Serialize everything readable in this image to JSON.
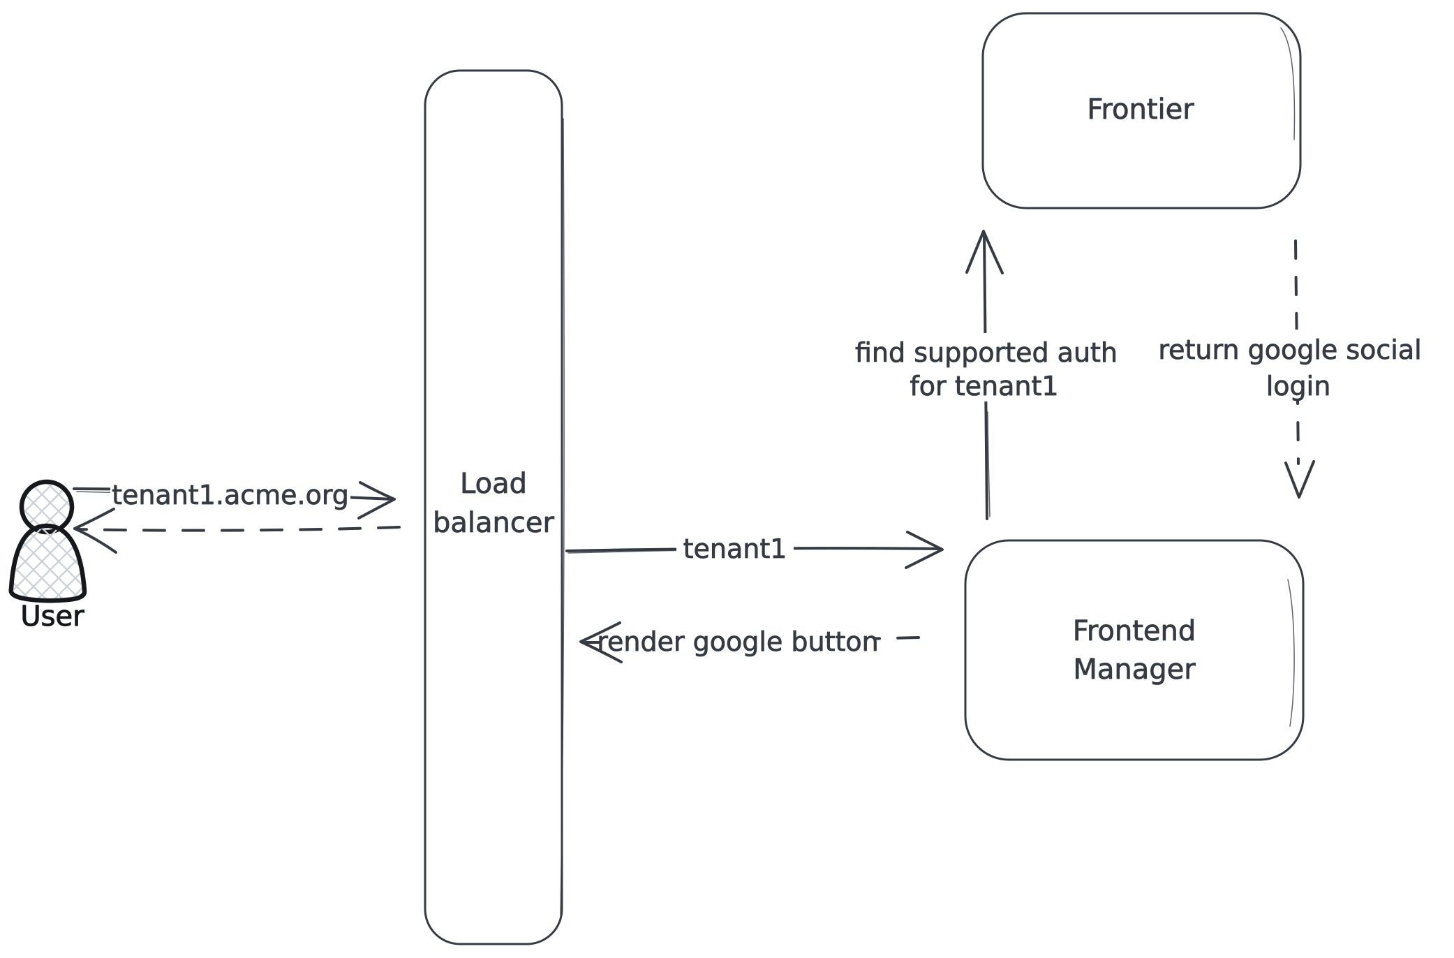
{
  "diagram": {
    "background_color": "#ffffff",
    "stroke_color": "#363b43",
    "actor_stroke_color": "#16181b",
    "hatch_fill_color": "#ccd2d9",
    "nodes": {
      "user": {
        "label": "User",
        "icon": "person-icon",
        "fill": "crosshatch"
      },
      "load_balancer": {
        "label_line1": "Load",
        "label_line2": "balancer"
      },
      "frontier": {
        "label": "Frontier"
      },
      "frontend_manager": {
        "label_line1": "Frontend",
        "label_line2": "Manager"
      }
    },
    "edges": {
      "user_to_load_balancer": {
        "label": "tenant1.acme.org",
        "line_style": "solid",
        "arrow_direction": "right"
      },
      "load_balancer_to_user": {
        "label": "",
        "line_style": "dashed",
        "arrow_direction": "left"
      },
      "load_balancer_to_frontend_manager": {
        "label": "tenant1",
        "line_style": "solid",
        "arrow_direction": "right"
      },
      "frontend_manager_to_load_balancer": {
        "label": "render google button",
        "line_style": "dashed",
        "arrow_direction": "left"
      },
      "frontend_manager_to_frontier": {
        "label_line1": "find supported auth",
        "label_line2": "for tenant1",
        "line_style": "solid",
        "arrow_direction": "up"
      },
      "frontier_to_frontend_manager": {
        "label_line1": "return google social",
        "label_line2": "login",
        "line_style": "dashed",
        "arrow_direction": "down"
      }
    }
  }
}
